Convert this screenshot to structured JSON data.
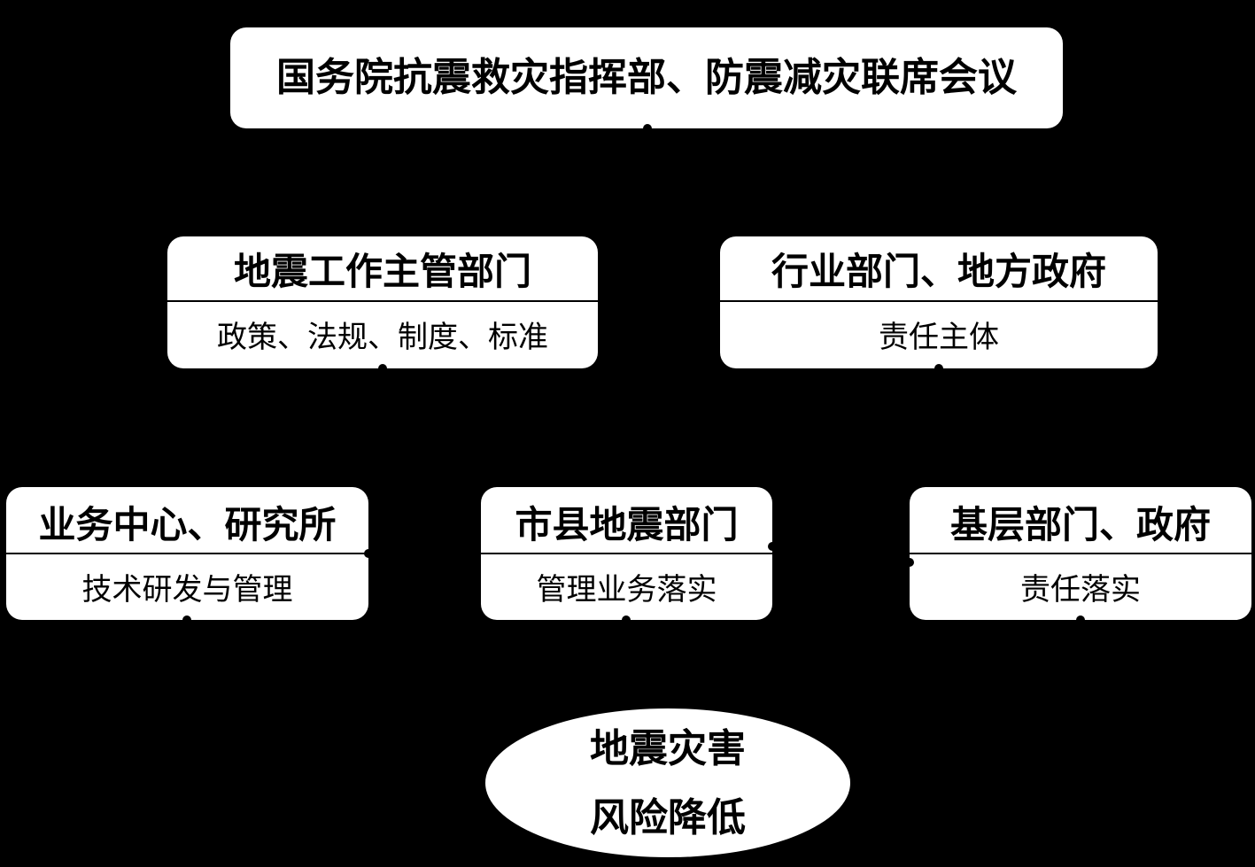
{
  "top": {
    "title": "国务院抗震救灾指挥部、防震减灾联席会议"
  },
  "level2": [
    {
      "title": "地震工作主管部门",
      "subtitle": "政策、法规、制度、标准"
    },
    {
      "title": "行业部门、地方政府",
      "subtitle": "责任主体"
    }
  ],
  "level3": [
    {
      "title": "业务中心、研究所",
      "subtitle": "技术研发与管理"
    },
    {
      "title": "市县地震部门",
      "subtitle": "管理业务落实"
    },
    {
      "title": "基层部门、政府",
      "subtitle": "责任落实"
    }
  ],
  "goal": {
    "line1": "地震灾害",
    "line2": "风险降低"
  },
  "colors": {
    "background": "#000000",
    "box_fill": "#ffffff",
    "text": "#000000"
  }
}
